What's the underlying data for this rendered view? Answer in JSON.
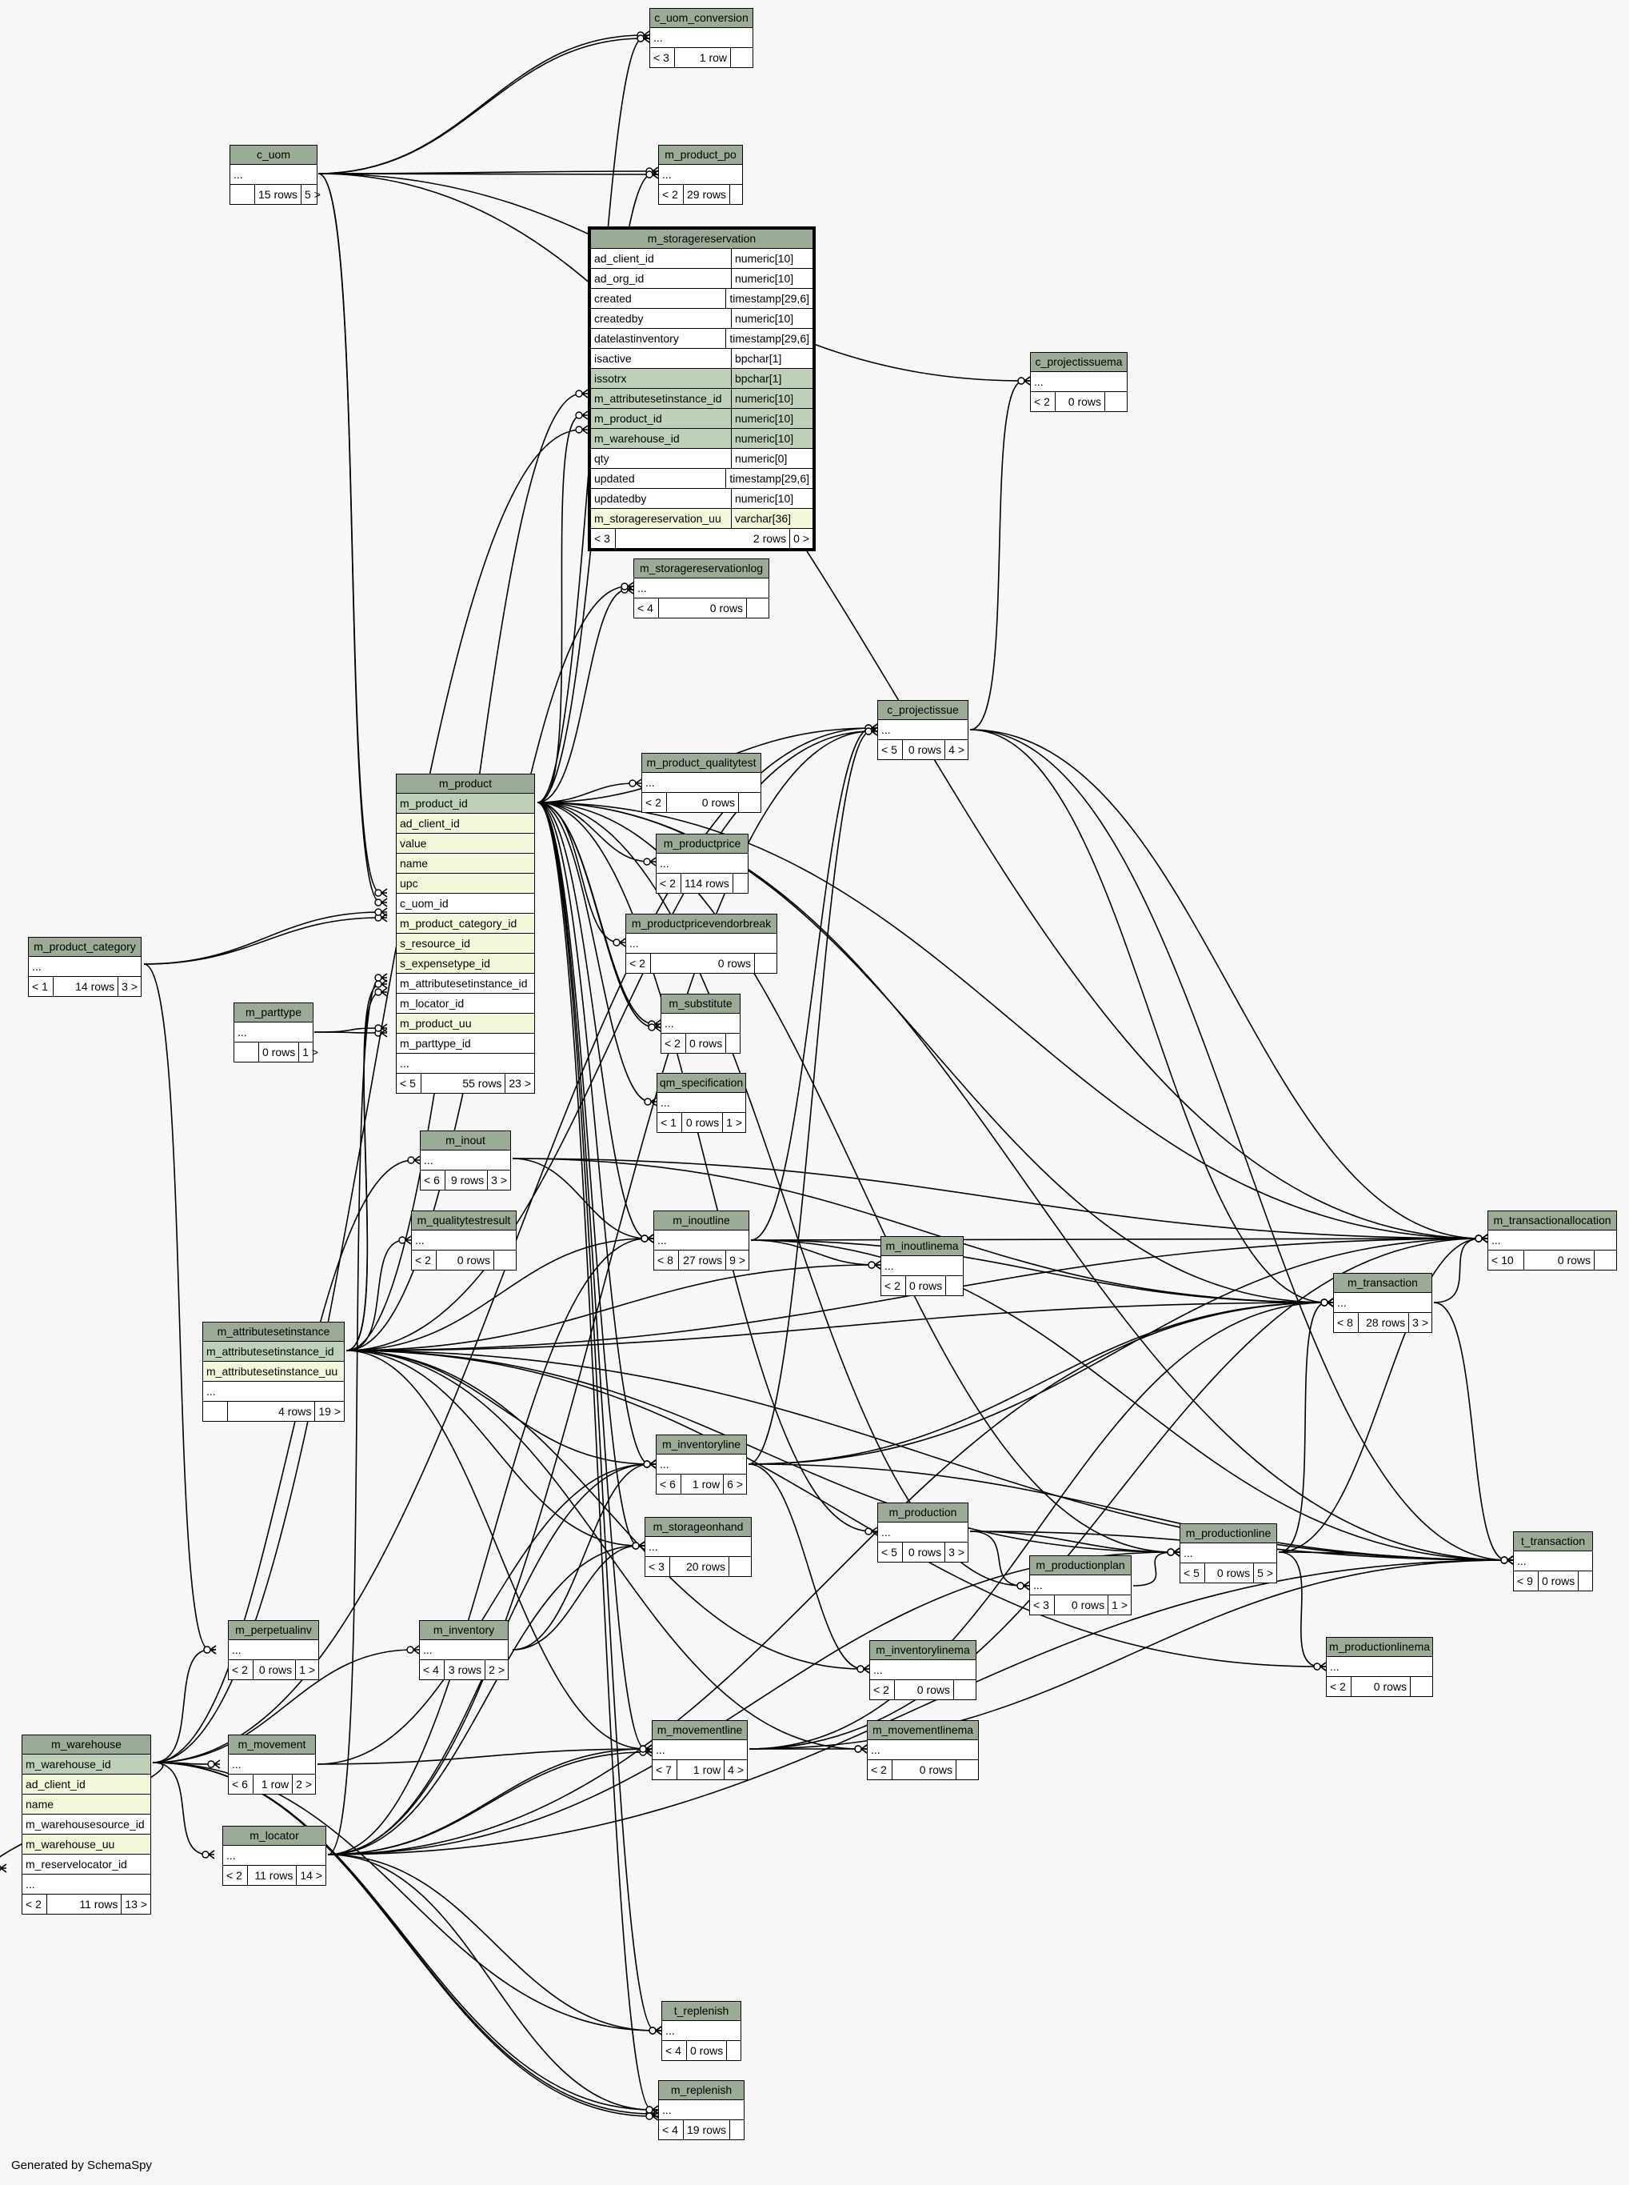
{
  "footer": "Generated by SchemaSpy",
  "tables": {
    "c_uom_conversion": {
      "name": "c_uom_conversion",
      "cols": [
        "..."
      ],
      "parents": "< 3",
      "rows": "1 row",
      "children": ""
    },
    "c_uom": {
      "name": "c_uom",
      "cols": [
        "..."
      ],
      "parents": "",
      "rows": "15 rows",
      "children": "5 >"
    },
    "m_product_po": {
      "name": "m_product_po",
      "cols": [
        "..."
      ],
      "parents": "< 2",
      "rows": "29 rows",
      "children": ""
    },
    "m_storagereservation": {
      "name": "m_storagereservation",
      "cols": [
        {
          "n": "ad_client_id",
          "t": "numeric[10]"
        },
        {
          "n": "ad_org_id",
          "t": "numeric[10]"
        },
        {
          "n": "created",
          "t": "timestamp[29,6]"
        },
        {
          "n": "createdby",
          "t": "numeric[10]"
        },
        {
          "n": "datelastinventory",
          "t": "timestamp[29,6]"
        },
        {
          "n": "isactive",
          "t": "bpchar[1]"
        },
        {
          "n": "issotrx",
          "t": "bpchar[1]"
        },
        {
          "n": "m_attributesetinstance_id",
          "t": "numeric[10]"
        },
        {
          "n": "m_product_id",
          "t": "numeric[10]"
        },
        {
          "n": "m_warehouse_id",
          "t": "numeric[10]"
        },
        {
          "n": "qty",
          "t": "numeric[0]"
        },
        {
          "n": "updated",
          "t": "timestamp[29,6]"
        },
        {
          "n": "updatedby",
          "t": "numeric[10]"
        },
        {
          "n": "m_storagereservation_uu",
          "t": "varchar[36]"
        }
      ],
      "parents": "< 3",
      "rows": "2 rows",
      "children": "0 >"
    },
    "c_projectissuema": {
      "name": "c_projectissuema",
      "cols": [
        "..."
      ],
      "parents": "< 2",
      "rows": "0 rows",
      "children": ""
    },
    "m_storagereservationlog": {
      "name": "m_storagereservationlog",
      "cols": [
        "..."
      ],
      "parents": "< 4",
      "rows": "0 rows",
      "children": ""
    },
    "c_projectissue": {
      "name": "c_projectissue",
      "cols": [
        "..."
      ],
      "parents": "< 5",
      "rows": "0 rows",
      "children": "4 >"
    },
    "m_product": {
      "name": "m_product",
      "cols": [
        "m_product_id",
        "ad_client_id",
        "value",
        "name",
        "upc",
        "c_uom_id",
        "m_product_category_id",
        "s_resource_id",
        "s_expensetype_id",
        "m_attributesetinstance_id",
        "m_locator_id",
        "m_product_uu",
        "m_parttype_id",
        "..."
      ],
      "parents": "< 5",
      "rows": "55 rows",
      "children": "23 >"
    },
    "m_product_qualitytest": {
      "name": "m_product_qualitytest",
      "cols": [
        "..."
      ],
      "parents": "< 2",
      "rows": "0 rows",
      "children": ""
    },
    "m_productprice": {
      "name": "m_productprice",
      "cols": [
        "..."
      ],
      "parents": "< 2",
      "rows": "114 rows",
      "children": ""
    },
    "m_productpricevendorbreak": {
      "name": "m_productpricevendorbreak",
      "cols": [
        "..."
      ],
      "parents": "< 2",
      "rows": "0 rows",
      "children": ""
    },
    "m_product_category": {
      "name": "m_product_category",
      "cols": [
        "..."
      ],
      "parents": "< 1",
      "rows": "14 rows",
      "children": "3 >"
    },
    "m_parttype": {
      "name": "m_parttype",
      "cols": [
        "..."
      ],
      "parents": "",
      "rows": "0 rows",
      "children": "1 >"
    },
    "m_substitute": {
      "name": "m_substitute",
      "cols": [
        "..."
      ],
      "parents": "< 2",
      "rows": "0 rows",
      "children": ""
    },
    "qm_specification": {
      "name": "qm_specification",
      "cols": [
        "..."
      ],
      "parents": "< 1",
      "rows": "0 rows",
      "children": "1 >"
    },
    "m_inout": {
      "name": "m_inout",
      "cols": [
        "..."
      ],
      "parents": "< 6",
      "rows": "9 rows",
      "children": "3 >"
    },
    "m_qualitytestresult": {
      "name": "m_qualitytestresult",
      "cols": [
        "..."
      ],
      "parents": "< 2",
      "rows": "0 rows",
      "children": ""
    },
    "m_inoutline": {
      "name": "m_inoutline",
      "cols": [
        "..."
      ],
      "parents": "< 8",
      "rows": "27 rows",
      "children": "9 >"
    },
    "m_inoutlinema": {
      "name": "m_inoutlinema",
      "cols": [
        "..."
      ],
      "parents": "< 2",
      "rows": "0 rows",
      "children": ""
    },
    "m_transactionallocation": {
      "name": "m_transactionallocation",
      "cols": [
        "..."
      ],
      "parents": "< 10",
      "rows": "0 rows",
      "children": ""
    },
    "m_transaction": {
      "name": "m_transaction",
      "cols": [
        "..."
      ],
      "parents": "< 8",
      "rows": "28 rows",
      "children": "3 >"
    },
    "m_attributesetinstance": {
      "name": "m_attributesetinstance",
      "cols": [
        "m_attributesetinstance_id",
        "m_attributesetinstance_uu",
        "..."
      ],
      "parents": "",
      "rows": "4 rows",
      "children": "19 >"
    },
    "m_inventoryline": {
      "name": "m_inventoryline",
      "cols": [
        "..."
      ],
      "parents": "< 6",
      "rows": "1 row",
      "children": "6 >"
    },
    "m_production": {
      "name": "m_production",
      "cols": [
        "..."
      ],
      "parents": "< 5",
      "rows": "0 rows",
      "children": "3 >"
    },
    "m_storageonhand": {
      "name": "m_storageonhand",
      "cols": [
        "..."
      ],
      "parents": "< 3",
      "rows": "20 rows",
      "children": ""
    },
    "m_productionplan": {
      "name": "m_productionplan",
      "cols": [
        "..."
      ],
      "parents": "< 3",
      "rows": "0 rows",
      "children": "1 >"
    },
    "m_productionline": {
      "name": "m_productionline",
      "cols": [
        "..."
      ],
      "parents": "< 5",
      "rows": "0 rows",
      "children": "5 >"
    },
    "t_transaction": {
      "name": "t_transaction",
      "cols": [
        "..."
      ],
      "parents": "< 9",
      "rows": "0 rows",
      "children": ""
    },
    "m_perpetualinv": {
      "name": "m_perpetualinv",
      "cols": [
        "..."
      ],
      "parents": "< 2",
      "rows": "0 rows",
      "children": "1 >"
    },
    "m_inventory": {
      "name": "m_inventory",
      "cols": [
        "..."
      ],
      "parents": "< 4",
      "rows": "3 rows",
      "children": "2 >"
    },
    "m_inventorylinema": {
      "name": "m_inventorylinema",
      "cols": [
        "..."
      ],
      "parents": "< 2",
      "rows": "0 rows",
      "children": ""
    },
    "m_productionlinema": {
      "name": "m_productionlinema",
      "cols": [
        "..."
      ],
      "parents": "< 2",
      "rows": "0 rows",
      "children": ""
    },
    "m_warehouse": {
      "name": "m_warehouse",
      "cols": [
        "m_warehouse_id",
        "ad_client_id",
        "name",
        "m_warehousesource_id",
        "m_warehouse_uu",
        "m_reservelocator_id",
        "..."
      ],
      "parents": "< 2",
      "rows": "11 rows",
      "children": "13 >"
    },
    "m_movement": {
      "name": "m_movement",
      "cols": [
        "..."
      ],
      "parents": "< 6",
      "rows": "1 row",
      "children": "2 >"
    },
    "m_movementline": {
      "name": "m_movementline",
      "cols": [
        "..."
      ],
      "parents": "< 7",
      "rows": "1 row",
      "children": "4 >"
    },
    "m_movementlinema": {
      "name": "m_movementlinema",
      "cols": [
        "..."
      ],
      "parents": "< 2",
      "rows": "0 rows",
      "children": ""
    },
    "m_locator": {
      "name": "m_locator",
      "cols": [
        "..."
      ],
      "parents": "< 2",
      "rows": "11 rows",
      "children": "14 >"
    },
    "t_replenish": {
      "name": "t_replenish",
      "cols": [
        "..."
      ],
      "parents": "< 4",
      "rows": "0 rows",
      "children": ""
    },
    "m_replenish": {
      "name": "m_replenish",
      "cols": [
        "..."
      ],
      "parents": "< 4",
      "rows": "19 rows",
      "children": ""
    }
  }
}
